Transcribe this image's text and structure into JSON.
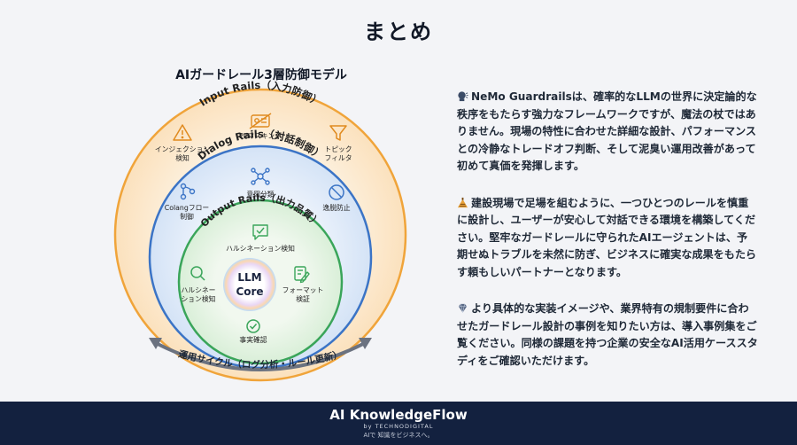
{
  "slide": {
    "title": "まとめ"
  },
  "diagram": {
    "title": "AIガードレール3層防御モデル",
    "input_rails": {
      "title": "Input Rails（入力防御）",
      "items": [
        {
          "label_lines": [
            "インジェクション",
            "検知"
          ],
          "icon": "warning-icon"
        },
        {
          "label_lines": [
            "PIIマスキング"
          ],
          "icon": "masked-id-card-icon"
        },
        {
          "label_lines": [
            "トピック",
            "フィルタ"
          ],
          "icon": "funnel-filter-icon"
        }
      ]
    },
    "dialog_rails": {
      "title": "Dialog Rails（対話制御）",
      "items": [
        {
          "label_lines": [
            "Colangフロー",
            "制御"
          ],
          "icon": "flow-branch-icon"
        },
        {
          "label_lines": [
            "意図分類"
          ],
          "icon": "network-nodes-icon"
        },
        {
          "label_lines": [
            "逸脱防止"
          ],
          "icon": "prohibited-icon"
        }
      ]
    },
    "output_rails": {
      "title": "Output Rails（出力品質）",
      "items": [
        {
          "label_lines": [
            "ハルシネーション検知"
          ],
          "icon": "chat-check-icon"
        },
        {
          "label_lines": [
            "ハルシネー",
            "ション検知"
          ],
          "icon": "magnifier-icon"
        },
        {
          "label_lines": [
            "フォーマット",
            "検証"
          ],
          "icon": "document-edit-icon"
        },
        {
          "label_lines": [
            "事実確認"
          ],
          "icon": "check-circle-icon"
        }
      ]
    },
    "core": {
      "line1": "LLM",
      "line2": "Core"
    },
    "cycle_label": "運用サイクル（ログ分析・ルール更新）"
  },
  "paragraphs": [
    {
      "icon": "speaking-head-icon",
      "text": "NeMo Guardrailsは、確率的なLLMの世界に決定論的な秩序をもたらす強力なフレームワークですが、魔法の杖ではありません。現場の特性に合わせた詳細な設計、パフォーマンスとの冷静なトレードオフ判断、そして泥臭い運用改善があって初めて真価を発揮します。"
    },
    {
      "icon": "construction-site-icon",
      "text": "建設現場で足場を組むように、一つひとつのレールを慎重に設計し、ユーザーが安心して対話できる環境を構築してください。堅牢なガードレールに守られたAIエージェントは、予期せぬトラブルを未然に防ぎ、ビジネスに確実な成果をもたらす頼もしいパートナーとなります。"
    },
    {
      "icon": "gem-icon",
      "text": "より具体的な実装イメージや、業界特有の規制要件に合わせたガードレール設計の事例を知りたい方は、導入事例集をご覧ください。同様の課題を持つ企業の安全なAI活用ケーススタディをご確認いただけます。"
    }
  ],
  "footer": {
    "brand": "AI KnowledgeFlow",
    "sub": "by TECHNODIGITAL",
    "tagline": "AIで 知識をビジネスへ。"
  },
  "colors": {
    "input_ring": "#f0a43a",
    "dialog_ring": "#3b74c6",
    "output_ring": "#3aa55a",
    "footer_bg": "#13213f"
  }
}
